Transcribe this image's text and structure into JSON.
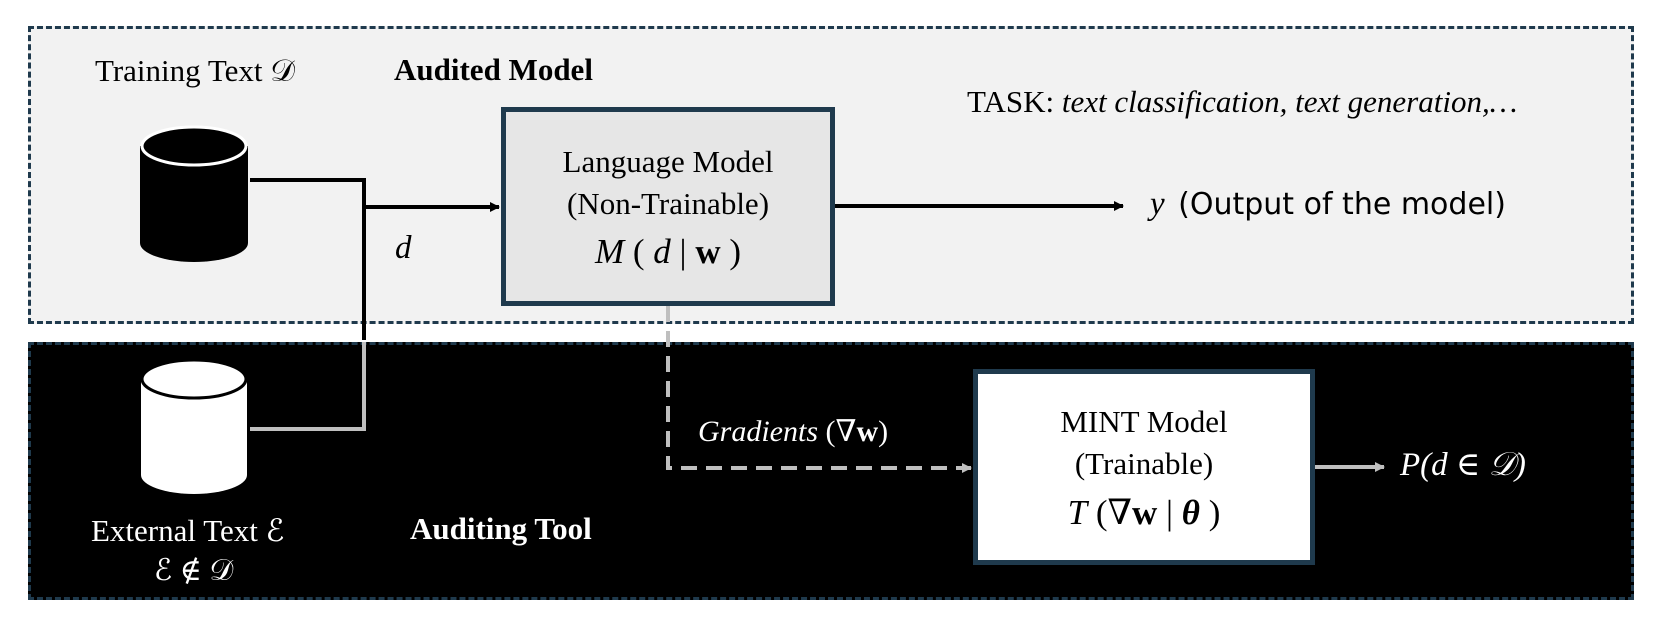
{
  "top_panel": {
    "section_label": "Audited Model",
    "db_label": "Training Text 𝒟",
    "input_label": "d",
    "task_prefix": "TASK:",
    "task_text": "text classification, text generation,…",
    "model_box": {
      "line1": "Language Model",
      "line2": "(Non-Trainable)",
      "formula": {
        "fn": "M",
        "open": " ( ",
        "arg": "d",
        "bar": " | ",
        "param": "w",
        "close": " )"
      }
    },
    "output": {
      "symbol": "y",
      "text": "(Output of the model)"
    }
  },
  "bottom_panel": {
    "section_label": "Auditing Tool",
    "db_label": "External Text ℰ",
    "db_sublabel": "ℰ ∉ 𝒟",
    "gradients": {
      "label": "Gradients",
      "symbol": "(∇",
      "param": "w",
      "close": ")"
    },
    "mint_box": {
      "line1": "MINT Model",
      "line2": "(Trainable)",
      "formula": {
        "fn": "T",
        "open": " (∇",
        "param": "w",
        "bar": " | ",
        "theta": "θ",
        "close": " )"
      }
    },
    "result": "P(d ∈ 𝒟)"
  },
  "colors": {
    "panel_border": "#1f3a4d",
    "top_background": "#f2f2f2",
    "bottom_background": "#000000",
    "model_box_fill": "#e6e6e6",
    "mint_box_fill": "#ffffff",
    "gray_connector": "#bfbfbf"
  }
}
